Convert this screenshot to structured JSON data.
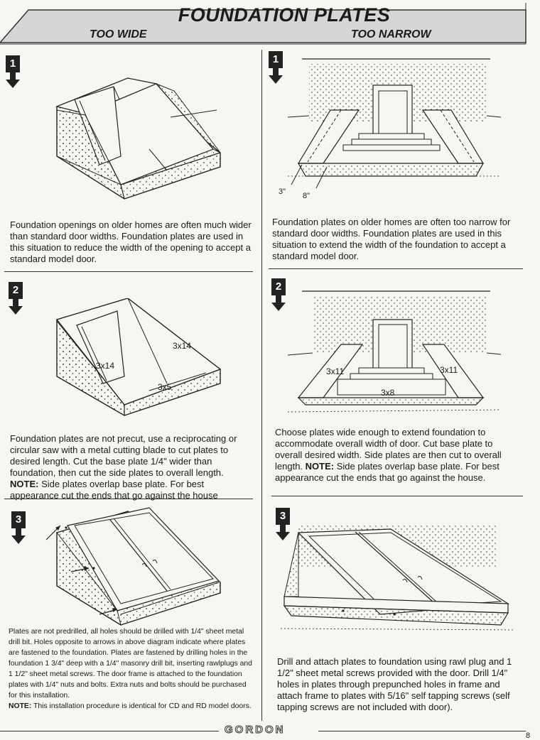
{
  "header": {
    "title": "FOUNDATION PLATES",
    "left_heading": "TOO WIDE",
    "right_heading": "TOO NARROW"
  },
  "steps": {
    "left_1": "1",
    "right_1": "1",
    "left_2": "2",
    "right_2": "2",
    "left_3": "3",
    "right_3": "3"
  },
  "labels": {
    "r1_3in": "3\"",
    "r1_8in": "8\"",
    "l2_a": "3x14",
    "l2_b": "3x14",
    "l2_c": "3x5",
    "r2_a": "3x11",
    "r2_b": "3x11",
    "r2_c": "3x8"
  },
  "text": {
    "l1": "Foundation openings on older homes are often much wider than standard door widths. Foundation plates are used in this situation to reduce the width of the opening to accept a standard model door.",
    "r1": "Foundation plates on older homes are often too narrow for standard door widths. Foundation plates are used in this situation to extend the width of the foundation to accept a standard model door.",
    "l2_main": "Foundation plates are not precut, use a reciprocating  or circular saw with a metal cutting blade to cut plates to desired length. Cut the base plate 1/4\" wider than foundation, then cut the side plates to overall length.",
    "l2_note_label": "NOTE:",
    "l2_note": " Side plates overlap base plate. For best appearance cut the ends that go against the house",
    "r2_main": "Choose plates wide enough to extend foundation to accommodate overall width of door. Cut base plate to overall desired width. Side plates are then cut to overall length.",
    "r2_note_label": "NOTE:",
    "r2_note": "  Side plates overlap base plate. For best appearance cut the ends that go against the house.",
    "l3_main": "Plates are not predrilled, all holes should be drilled with 1/4\" sheet metal drill bit. Holes opposite to arrows in above diagram indicate where plates are fastened to the foundation. Plates are fastened by drilling holes in the foundation 1 3/4\" deep with a 1/4\" masonry drill bit, inserting rawlplugs and 1 1/2\" sheet metal screws. The door frame is attached to the foundation plates with 1/4\" nuts and bolts. Extra nuts and bolts should be purchased for this installation.",
    "l3_note_label": "NOTE:",
    "l3_note": " This installation procedure is identical for CD and RD model doors.",
    "r3": "Drill and attach plates to foundation using rawl plug  and 1 1/2\" sheet metal screws provided with the door. Drill 1/4\" holes in plates through prepunched holes in frame and attach frame to plates with 5/16\" self tapping screws (self tapping screws are not included with door)."
  },
  "footer": {
    "logo": "GORDON",
    "page_number": "8"
  }
}
